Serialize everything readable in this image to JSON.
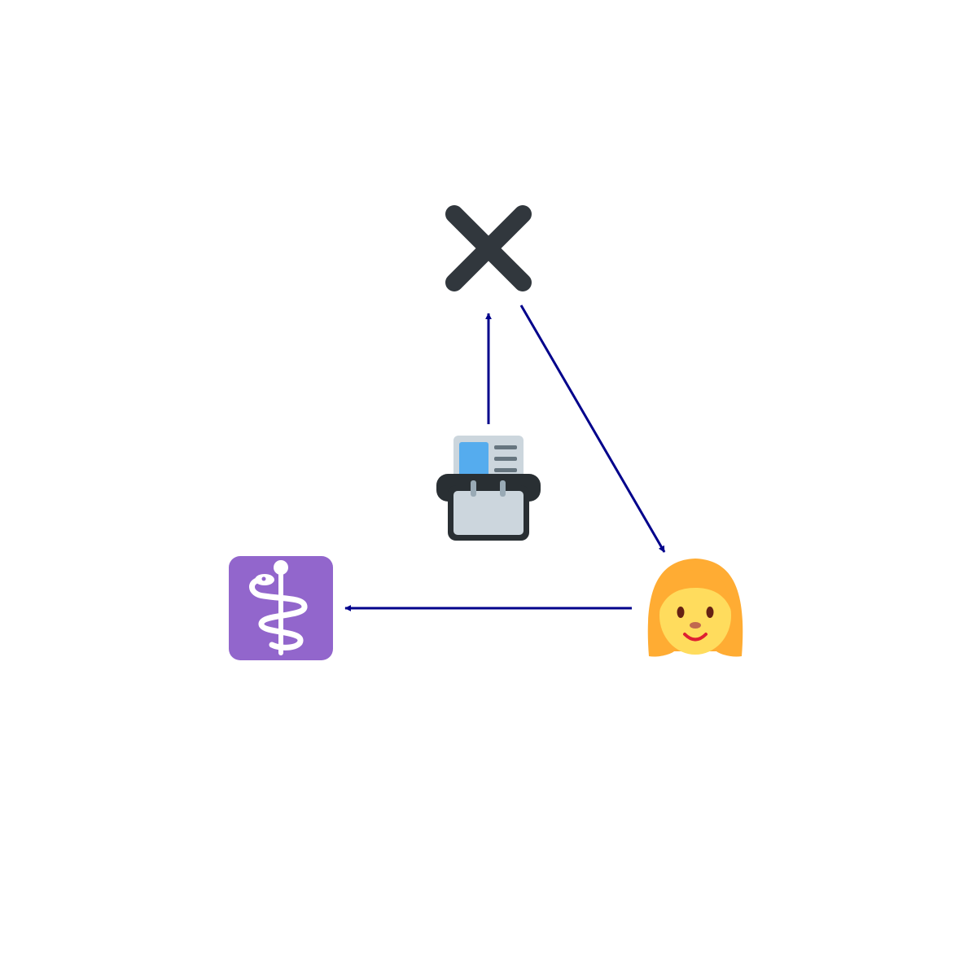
{
  "diagram": {
    "nodes": [
      {
        "id": "cross",
        "icon": "cross-mark-icon",
        "color": "#31373d"
      },
      {
        "id": "card-index",
        "icon": "card-index-icon",
        "color": "#292f33"
      },
      {
        "id": "woman",
        "icon": "woman-icon",
        "color": "#ffac33"
      },
      {
        "id": "medical",
        "icon": "medical-symbol-icon",
        "color": "#9266cc"
      }
    ],
    "edges": [
      {
        "from": "card-index",
        "to": "cross"
      },
      {
        "from": "cross",
        "to": "woman"
      },
      {
        "from": "woman",
        "to": "medical"
      }
    ],
    "edge_color": "#00008b"
  }
}
